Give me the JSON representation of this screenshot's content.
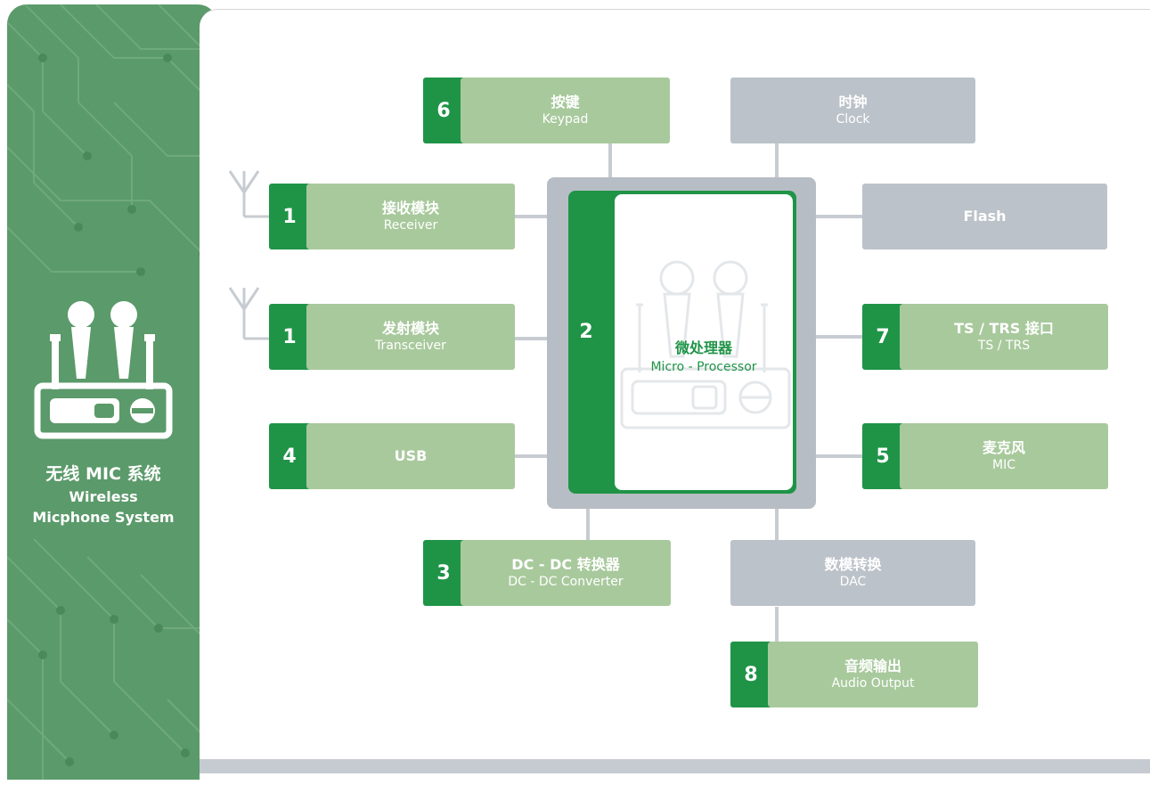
{
  "sidebar": {
    "title_zh": "无线 MIC 系统",
    "title_en_line1": "Wireless",
    "title_en_line2": "Micphone System"
  },
  "center": {
    "number": "2",
    "label_zh": "微处理器",
    "label_en": "Micro - Processor"
  },
  "blocks": {
    "keypad": {
      "number": "6",
      "zh": "按键",
      "en": "Keypad"
    },
    "clock": {
      "zh": "时钟",
      "en": "Clock"
    },
    "receiver": {
      "number": "1",
      "zh": "接收模块",
      "en": "Receiver"
    },
    "flash": {
      "label": "Flash"
    },
    "transceiver": {
      "number": "1",
      "zh": "发射模块",
      "en": "Transceiver"
    },
    "ts_trs": {
      "number": "7",
      "zh": "TS / TRS 接口",
      "en": "TS / TRS"
    },
    "usb": {
      "number": "4",
      "label": "USB"
    },
    "mic": {
      "number": "5",
      "zh": "麦克风",
      "en": "MIC"
    },
    "dcdc": {
      "number": "3",
      "zh": "DC - DC 转换器",
      "en": "DC - DC Converter"
    },
    "dac": {
      "zh": "数模转换",
      "en": "DAC"
    },
    "audio_out": {
      "number": "8",
      "zh": "音频输出",
      "en": "Audio Output"
    }
  },
  "colors": {
    "sidebar_green": "#5b9a6a",
    "number_green": "#1f9447",
    "block_green": "#a8c99c",
    "block_gray": "#bcc2c9",
    "line_gray": "#c7ccd2"
  }
}
